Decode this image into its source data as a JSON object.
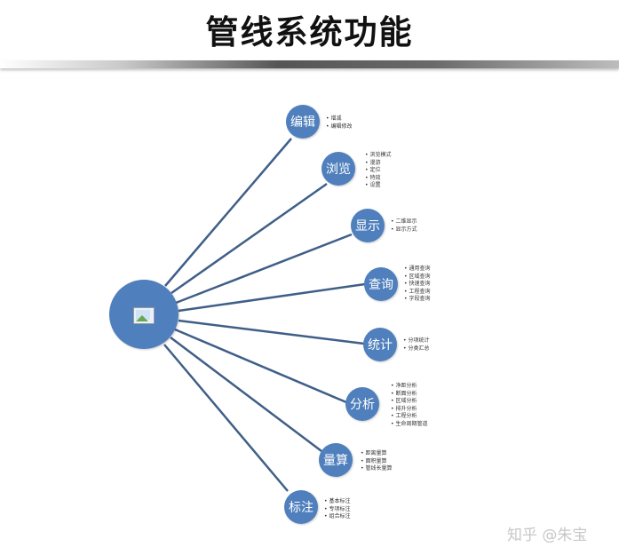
{
  "title": "管线系统功能",
  "watermark": "知乎 @朱宝",
  "colors": {
    "node": "#4f7fbc",
    "line": "#3f5f88",
    "rule": "#555555"
  },
  "hub": {
    "icon": "picture-placeholder-icon"
  },
  "branches": [
    {
      "id": "edit",
      "label": "编辑",
      "items": [
        "增减",
        "编辑修改"
      ]
    },
    {
      "id": "browse",
      "label": "浏览",
      "items": [
        "浏览模式",
        "漫游",
        "定位",
        "特效",
        "设置"
      ]
    },
    {
      "id": "display",
      "label": "显示",
      "items": [
        "二维显示",
        "显示方式"
      ]
    },
    {
      "id": "query",
      "label": "查询",
      "items": [
        "通用查询",
        "区域查询",
        "快速查询",
        "工程查询",
        "字段查询"
      ]
    },
    {
      "id": "statistics",
      "label": "统计",
      "items": [
        "分项统计",
        "分类汇总"
      ]
    },
    {
      "id": "analysis",
      "label": "分析",
      "items": [
        "净距分析",
        "断面分析",
        "区域分析",
        "排升分析",
        "工程分析",
        "生命周期管道"
      ]
    },
    {
      "id": "measure",
      "label": "量算",
      "items": [
        "距离量算",
        "面积量算",
        "管线长量算"
      ]
    },
    {
      "id": "annotation",
      "label": "标注",
      "items": [
        "基本标注",
        "专项标注",
        "组合标注"
      ]
    }
  ]
}
